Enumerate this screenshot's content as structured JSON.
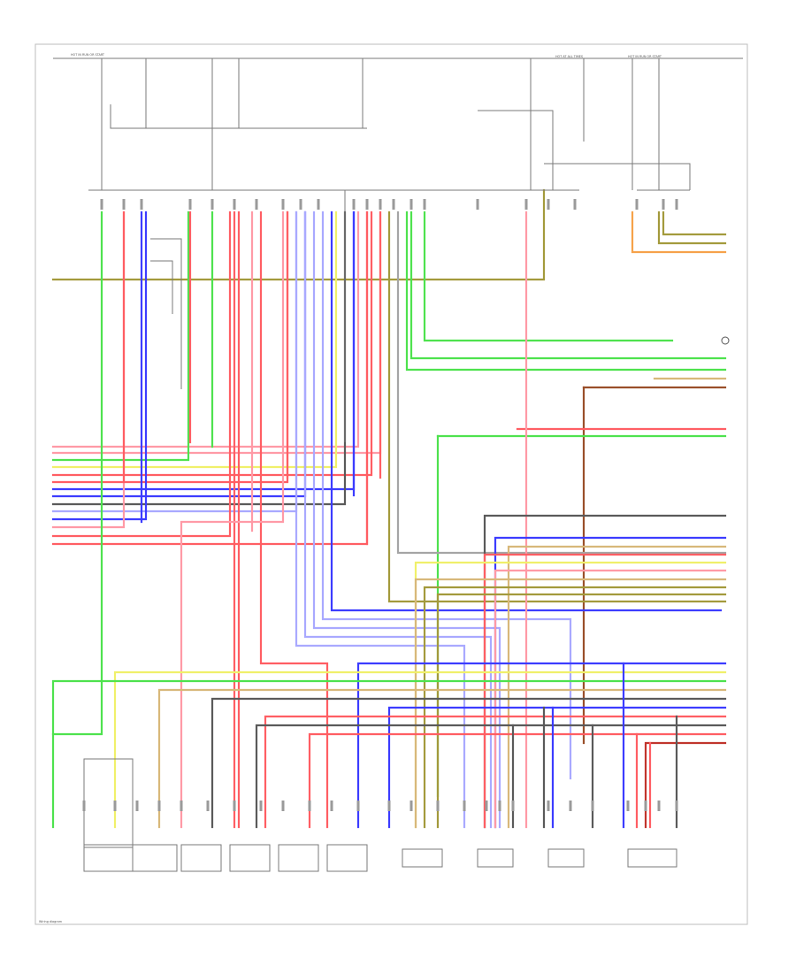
{
  "colors": {
    "green": "#4ee24e",
    "red": "#ff5e63",
    "pink": "#ff9aa6",
    "blue": "#3c3cff",
    "lightblue": "#a9a9ff",
    "yellow": "#f0f06a",
    "orange": "#f6a24a",
    "olive": "#a39a3c",
    "brown": "#9a4f2a",
    "grey": "#a5a5a5",
    "black": "#5a5a5a",
    "tan": "#d8b87a",
    "darkred": "#c0352c"
  },
  "labels": {
    "top_left": "HOT IN RUN OR START",
    "top_right_1": "HOT AT ALL TIMES",
    "top_right_2": "HOT IN RUN OR START",
    "footer_code": "Wiring diagram"
  }
}
